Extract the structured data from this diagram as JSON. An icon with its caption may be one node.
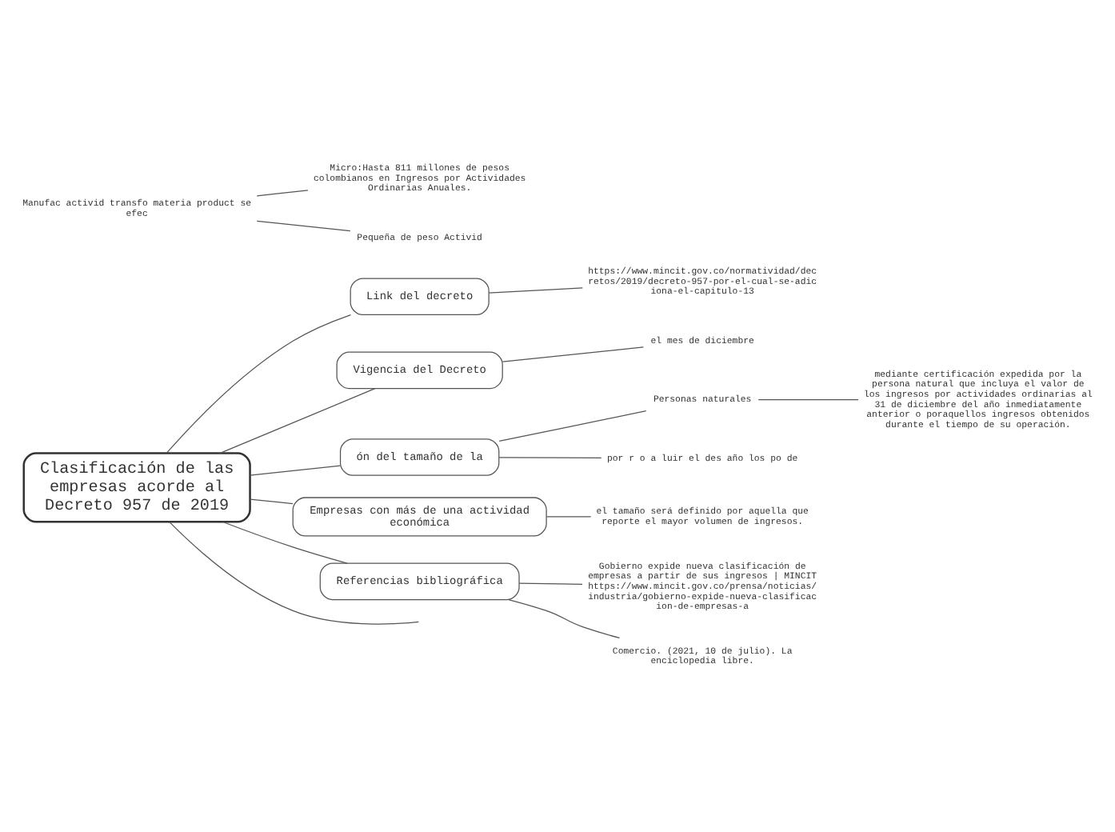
{
  "diagram": {
    "nodes": [
      {
        "text": [
          "Clasificación de las empresas acorde al Decreto 957 de 2019"
        ]
      },
      {
        "text": [
          "Link del decreto"
        ]
      },
      {
        "text": [
          "https://www.mincit.gov.co/normatividad/decretos/2019/decreto-957-por-el-cual-se-adiciona-el-capitulo-13"
        ]
      },
      {
        "text": [
          "Vigencia del Decreto"
        ]
      },
      {
        "text": [
          "el mes de diciembre"
        ]
      },
      {
        "text": [
          "ón del tamaño de la"
        ]
      },
      {
        "text": [
          "Personas naturales"
        ]
      },
      {
        "text": [
          "mediante certificación expedida por la persona natural que incluya el valor de los ingresos por actividades ordinarias al 31 de diciembre del año inmediatamente anterior o poraquellos ingresos obtenidos durante el tiempo de su operación."
        ]
      },
      {
        "text": [
          "por r o a luir el des año los po de"
        ]
      },
      {
        "text": [
          "Empresas con más de una actividad económica"
        ]
      },
      {
        "text": [
          "el tamaño será definido por aquella que reporte el mayor volumen de ingresos."
        ]
      },
      {
        "text": [
          "Referencias bibliográfica"
        ]
      },
      {
        "text": [
          "Gobierno expide nueva clasificación de empresas a partir de sus ingresos | MINCIT https://www.mincit.gov.co/prensa/noticias/industria/gobierno-expide-nueva-clasificacion-de-empresas-a"
        ]
      },
      {
        "text": [
          "Comercio. (2021, 10 de julio). La enciclopedia libre."
        ]
      },
      {
        "text": [
          "Manufac activid transfo materia product se efec"
        ]
      },
      {
        "text": [
          "Micro:Hasta 811 millones de pesos colombianos en Ingresos por Actividades Ordinarias Anuales."
        ]
      },
      {
        "text": [
          "Pequeña de peso Activid"
        ]
      }
    ],
    "edges": [
      {
        "from": 0,
        "to": null,
        "arrow": "none"
      },
      {
        "from": 0,
        "to": 1,
        "arrow": "none"
      },
      {
        "from": 1,
        "to": 2,
        "arrow": "none"
      },
      {
        "from": 0,
        "to": 3,
        "arrow": "none"
      },
      {
        "from": 3,
        "to": 4,
        "arrow": "none"
      },
      {
        "from": 0,
        "to": 5,
        "arrow": "none"
      },
      {
        "from": 5,
        "to": 6,
        "arrow": "none"
      },
      {
        "from": 6,
        "to": 7,
        "arrow": "none"
      },
      {
        "from": 5,
        "to": 8,
        "arrow": "none"
      },
      {
        "from": 0,
        "to": 9,
        "arrow": "none"
      },
      {
        "from": 9,
        "to": 10,
        "arrow": "none"
      },
      {
        "from": 0,
        "to": 11,
        "arrow": "none"
      },
      {
        "from": 11,
        "to": 12,
        "arrow": "none"
      },
      {
        "from": 11,
        "to": 13,
        "arrow": "none"
      },
      {
        "from": 14,
        "to": 15,
        "arrow": "none"
      },
      {
        "from": 14,
        "to": 16,
        "arrow": "none"
      }
    ]
  }
}
